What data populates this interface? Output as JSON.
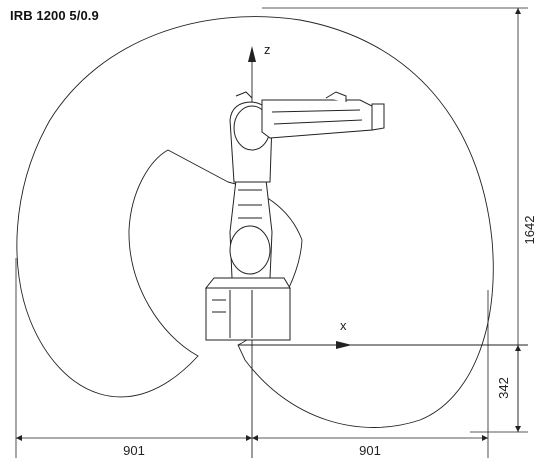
{
  "title": "IRB 1200 5/0.9",
  "axes": {
    "z_label": "z",
    "x_label": "x"
  },
  "dimensions": {
    "left_reach": "901",
    "right_reach": "901",
    "height_total": "1642",
    "depth_below": "342"
  },
  "colors": {
    "line": "#222222",
    "robot_fill": "#ffffff",
    "background": "#ffffff"
  }
}
